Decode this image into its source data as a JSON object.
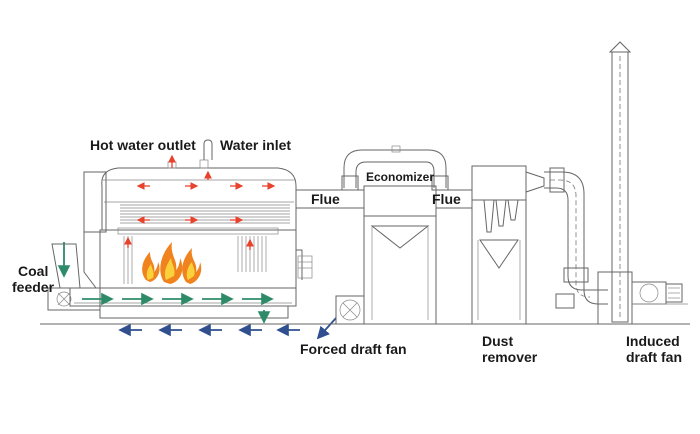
{
  "labels": {
    "hot_water_outlet": "Hot water outlet",
    "water_inlet": "Water inlet",
    "flue_left": "Flue",
    "flue_right": "Flue",
    "economizer": "Economizer",
    "coal_feeder_line1": "Coal",
    "coal_feeder_line2": "feeder",
    "forced_draft_fan": "Forced draft fan",
    "dust_remover_line1": "Dust",
    "dust_remover_line2": "remover",
    "induced_draft_fan_line1": "Induced",
    "induced_draft_fan_line2": "draft fan"
  },
  "colors": {
    "outline": "#666666",
    "water_arrow": "#e8412c",
    "flame_outer": "#f0831e",
    "flame_inner": "#fbd13b",
    "coal_arrow": "#2e8b6a",
    "air_arrow": "#2f4f8f",
    "label_text": "#1a1a1a"
  },
  "icons": [
    "flame-icon",
    "fan-icon",
    "arrow-icon"
  ]
}
